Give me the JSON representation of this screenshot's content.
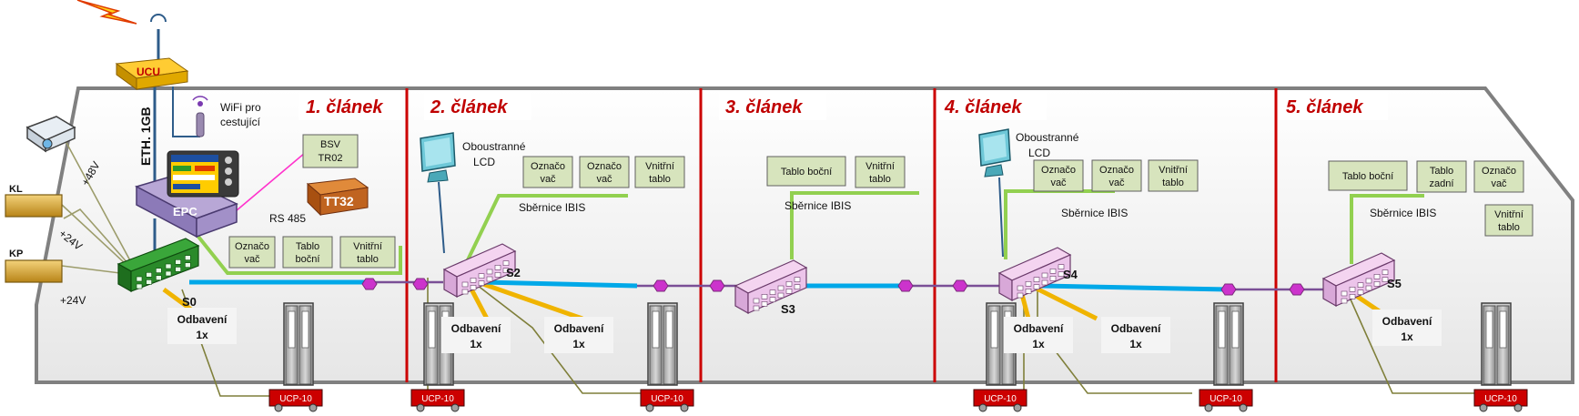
{
  "sections": [
    "1. článek",
    "2. článek",
    "3. článek",
    "4. článek",
    "5. článek"
  ],
  "ucu": "UCU",
  "eth": "ETH. 1GB",
  "wifi": [
    "WiFi pro",
    "cestující"
  ],
  "epc": "EPC",
  "tt32": "TT32",
  "rs485": "RS 485",
  "bsv": [
    "BSV",
    "TR02"
  ],
  "kl": "KL",
  "kp": "KP",
  "v48": "+48V",
  "v24a": "+24V",
  "v24b": "+24V",
  "switches": [
    "S0",
    "S2",
    "S3",
    "S4",
    "S5"
  ],
  "lcd": [
    "Oboustranné",
    "LCD"
  ],
  "ibis": "Sběrnice IBIS",
  "boxes": {
    "c1": [
      [
        "Označo",
        "vač"
      ],
      [
        "Tablo",
        "boční"
      ],
      [
        "Vnitřní",
        "tablo"
      ]
    ],
    "c2": [
      [
        "Označo",
        "vač"
      ],
      [
        "Označo",
        "vač"
      ],
      [
        "Vnitřní",
        "tablo"
      ]
    ],
    "c3": [
      [
        "Tablo boční"
      ],
      [
        "Vnitřní",
        "tablo"
      ]
    ],
    "c4": [
      [
        "Označo",
        "vač"
      ],
      [
        "Označo",
        "vač"
      ],
      [
        "Vnitřní",
        "tablo"
      ]
    ],
    "c5": [
      [
        "Tablo boční"
      ],
      [
        "Tablo",
        "zadní"
      ],
      [
        "Označo",
        "vač"
      ],
      [
        "Vnitřní",
        "tablo"
      ]
    ]
  },
  "odbaveni": [
    "Odbavení",
    "1x"
  ],
  "ucp": "UCP-10",
  "colors": {
    "section_title": "#c00000",
    "ethernet": "#00a8e8",
    "ibis": "#92d050",
    "box_fill": "#d7e4bd",
    "divider": "#cc0000"
  }
}
